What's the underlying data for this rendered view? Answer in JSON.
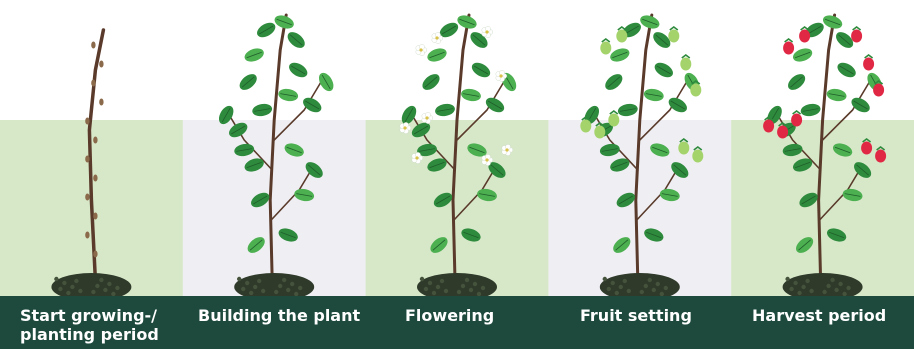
{
  "stages": [
    {
      "label_line1": "Start growing-/",
      "label_line2": "planting period",
      "plant": "bare-cane",
      "background": "#d7e8c9"
    },
    {
      "label_line1": "Building the plant",
      "label_line2": "",
      "plant": "leafy-cane",
      "background": "#efeff3"
    },
    {
      "label_line1": "Flowering",
      "label_line2": "",
      "plant": "flowering-cane",
      "background": "#d7e8c9"
    },
    {
      "label_line1": "Fruit setting",
      "label_line2": "",
      "plant": "green-fruit-cane",
      "background": "#efeff3"
    },
    {
      "label_line1": "Harvest period",
      "label_line2": "",
      "plant": "red-fruit-cane",
      "background": "#d7e8c9"
    }
  ],
  "colors": {
    "label_bar": "#1d4a3d",
    "leaf_dark": "#2e8b3d",
    "leaf_light": "#4caf50",
    "stem": "#5a3a2a",
    "soil": "#2f3a2a",
    "flower": "#ffffff",
    "green_fruit": "#a5d36b",
    "red_fruit": "#e02844"
  }
}
